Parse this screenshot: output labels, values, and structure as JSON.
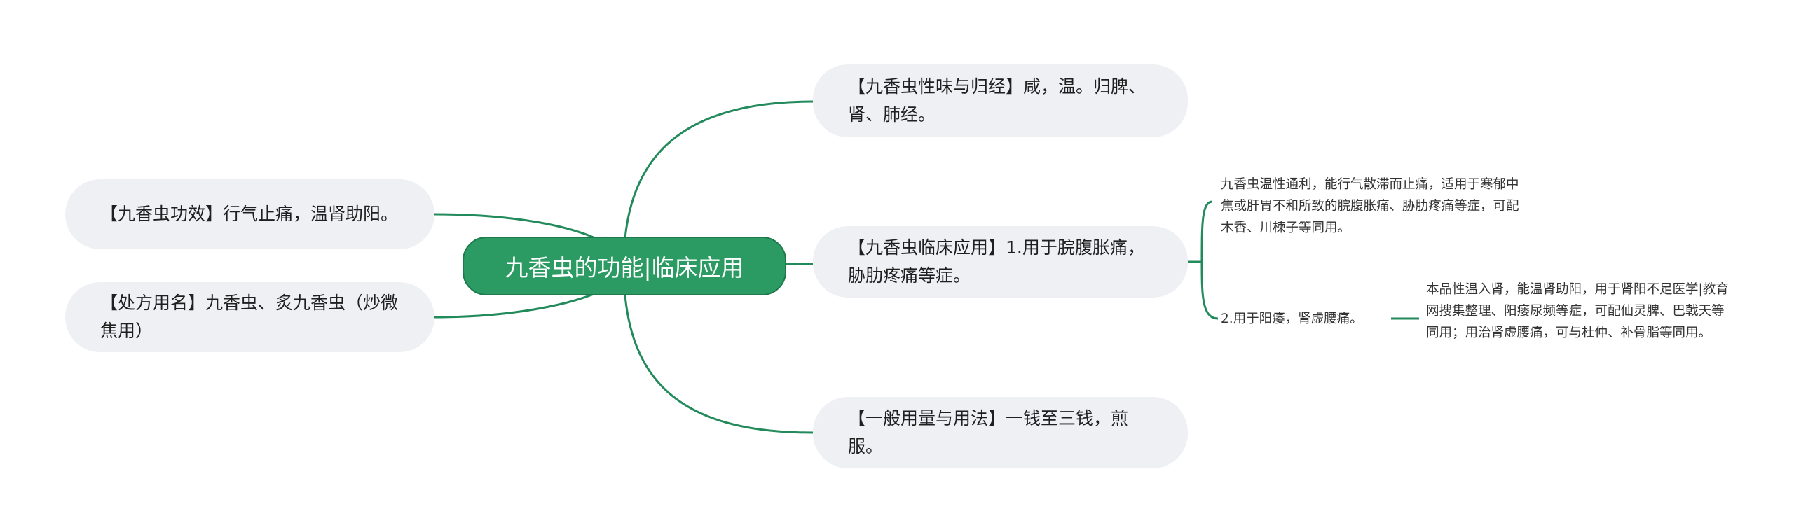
{
  "root": {
    "title": "九香虫的功能|临床应用"
  },
  "left_nodes": [
    {
      "text": "【九香虫功效】行气止痛，温肾助阳。"
    },
    {
      "text": "【处方用名】九香虫、炙九香虫（炒微焦用）"
    }
  ],
  "right_nodes": [
    {
      "text": "【九香虫性味与归经】咸，温。归脾、肾、肺经。"
    },
    {
      "text": "【九香虫临床应用】1.用于脘腹胀痛，胁肋疼痛等症。"
    },
    {
      "text": "【一般用量与用法】一钱至三钱，煎服。"
    }
  ],
  "clinical_children": [
    {
      "text": "九香虫温性通利，能行气散滞而止痛，适用于寒郁中焦或肝胃不和所致的脘腹胀痛、胁肋疼痛等症，可配木香、川楝子等同用。"
    },
    {
      "text": "2.用于阳痿，肾虚腰痛。"
    }
  ],
  "yangwei_child": {
    "text": "本品性温入肾，能温肾助阳，用于肾阳不足医学|教育网搜集整理、阳痿尿频等症，可配仙灵脾、巴戟天等同用；用治肾虚腰痛，可与杜仲、补骨脂等同用。"
  },
  "colors": {
    "line": "#238a5c",
    "root_fill": "#2c9a63",
    "node_fill": "#eef0f4"
  }
}
